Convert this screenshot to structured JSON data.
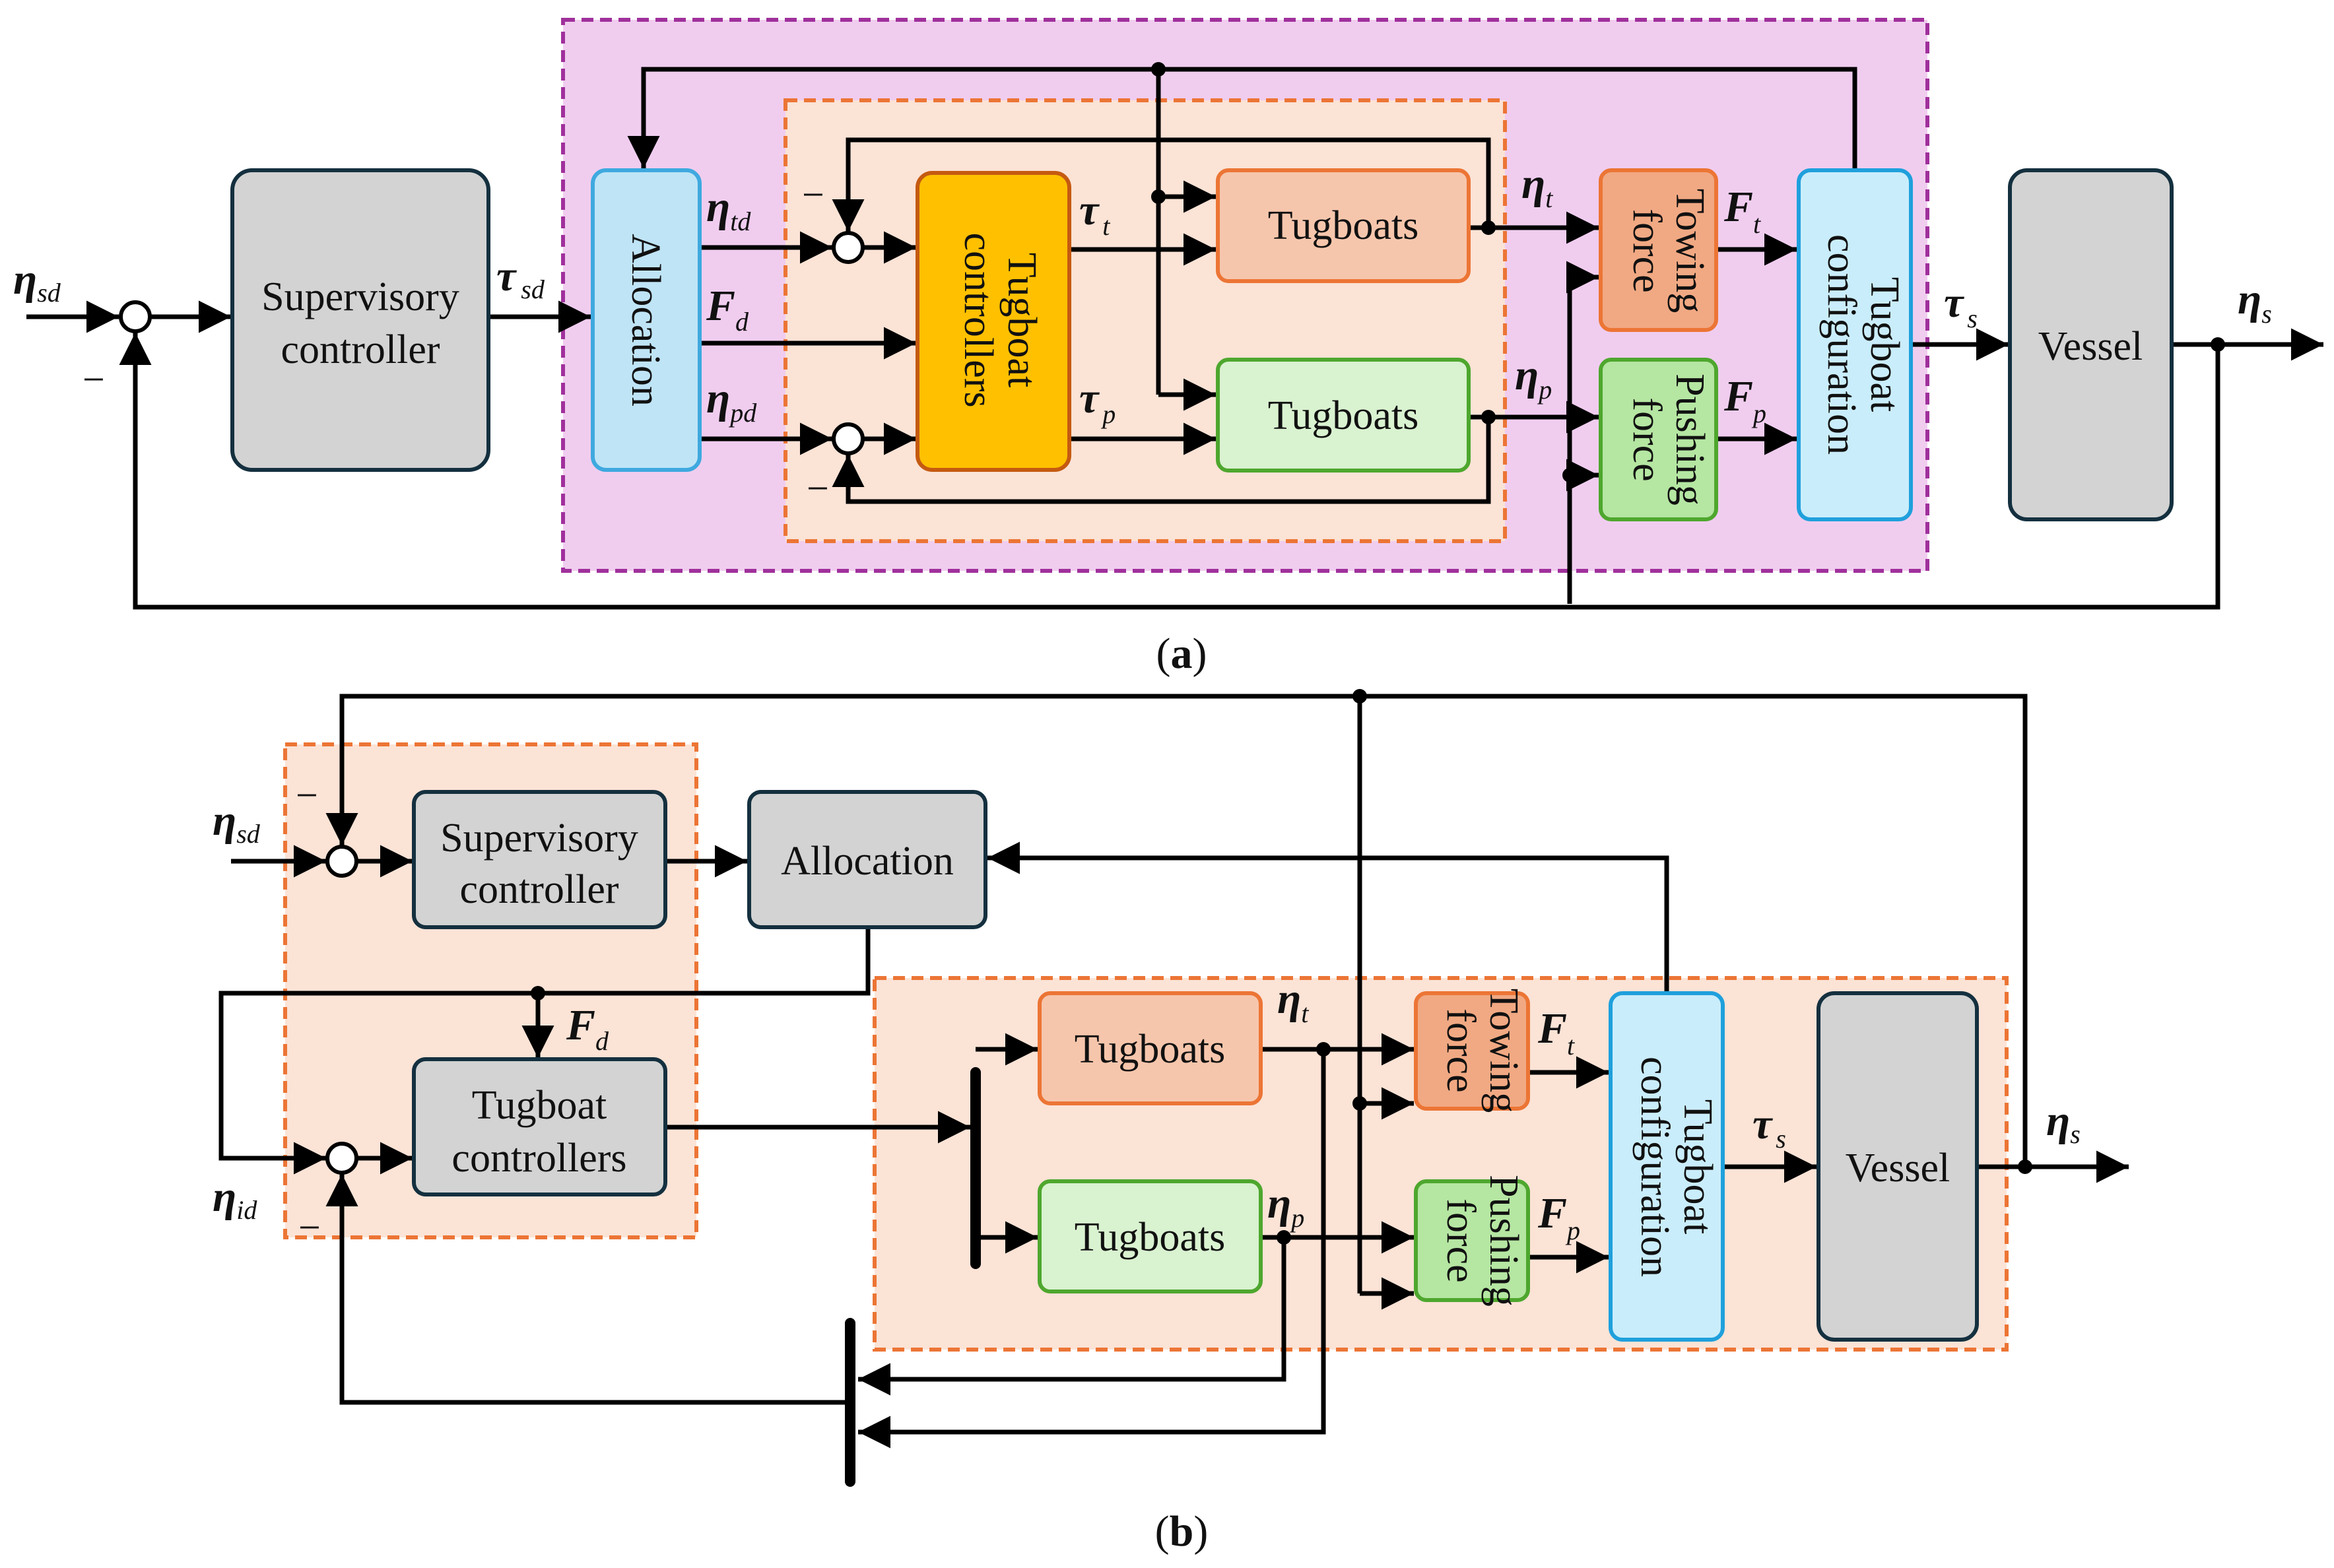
{
  "figure": {
    "captions": {
      "a": "a",
      "b": "b"
    },
    "colors": {
      "wire": "#000000",
      "gray_fill": "#d3d3d3",
      "gray_stroke": "#14303f",
      "purple_region_fill": "#f0cdef",
      "purple_region_stroke": "#a0309c",
      "orange_region_fill": "#fbe3d6",
      "orange_region_stroke": "#ec7535",
      "allocation_fill": "#bfe4f6",
      "allocation_stroke": "#3fa9df",
      "config_fill": "#caedfb",
      "config_stroke": "#1fa0dc",
      "ctrl_fill": "#ffc000",
      "ctrl_stroke": "#c55a11",
      "tug_orange_fill": "#f6c6ac",
      "tug_orange_stroke": "#ec7535",
      "tug_green_fill": "#d9f2d0",
      "tug_green_stroke": "#4ea72e",
      "towing_fill": "#f1a983",
      "pushing_fill": "#b5e6a2"
    }
  },
  "panel_a": {
    "blocks": {
      "supervisory": [
        "Supervisory",
        "controller"
      ],
      "allocation": "Allocation",
      "tug_controllers": [
        "Tugboat",
        "controllers"
      ],
      "tugboats_towing": "Tugboats",
      "tugboats_pushing": "Tugboats",
      "towing_force": [
        "Towing",
        "force"
      ],
      "pushing_force": [
        "Pushing",
        "force"
      ],
      "tug_config": [
        "Tugboat",
        "configuration"
      ],
      "vessel": "Vessel"
    },
    "signals": {
      "eta_sd": {
        "base": "η",
        "sub": "sd"
      },
      "tau_sd": {
        "base": "τ",
        "sub": "sd"
      },
      "eta_td": {
        "base": "η",
        "sub": "td"
      },
      "F_d": {
        "base": "F",
        "sub": "d"
      },
      "eta_pd": {
        "base": "η",
        "sub": "pd"
      },
      "tau_t": {
        "base": "τ",
        "sub": "t"
      },
      "tau_p": {
        "base": "τ",
        "sub": "p"
      },
      "eta_t": {
        "base": "η",
        "sub": "t"
      },
      "eta_p": {
        "base": "η",
        "sub": "p"
      },
      "F_t": {
        "base": "F",
        "sub": "t"
      },
      "F_p": {
        "base": "F",
        "sub": "p"
      },
      "tau_s": {
        "base": "τ",
        "sub": "s"
      },
      "eta_s": {
        "base": "η",
        "sub": "s"
      }
    },
    "minus_sign": "−"
  },
  "panel_b": {
    "blocks": {
      "supervisory": [
        "Supervisory",
        "controller"
      ],
      "allocation": "Allocation",
      "tug_controllers": [
        "Tugboat",
        "controllers"
      ],
      "tugboats_towing": "Tugboats",
      "tugboats_pushing": "Tugboats",
      "towing_force": [
        "Towing",
        "force"
      ],
      "pushing_force": [
        "Pushing",
        "force"
      ],
      "tug_config": [
        "Tugboat",
        "configuration"
      ],
      "vessel": "Vessel"
    },
    "signals": {
      "eta_sd": {
        "base": "η",
        "sub": "sd"
      },
      "eta_id": {
        "base": "η",
        "sub": "id"
      },
      "F_d": {
        "base": "F",
        "sub": "d"
      },
      "eta_t": {
        "base": "η",
        "sub": "t"
      },
      "eta_p": {
        "base": "η",
        "sub": "p"
      },
      "F_t": {
        "base": "F",
        "sub": "t"
      },
      "F_p": {
        "base": "F",
        "sub": "p"
      },
      "tau_s": {
        "base": "τ",
        "sub": "s"
      },
      "eta_s": {
        "base": "η",
        "sub": "s"
      }
    },
    "minus_sign": "−"
  }
}
